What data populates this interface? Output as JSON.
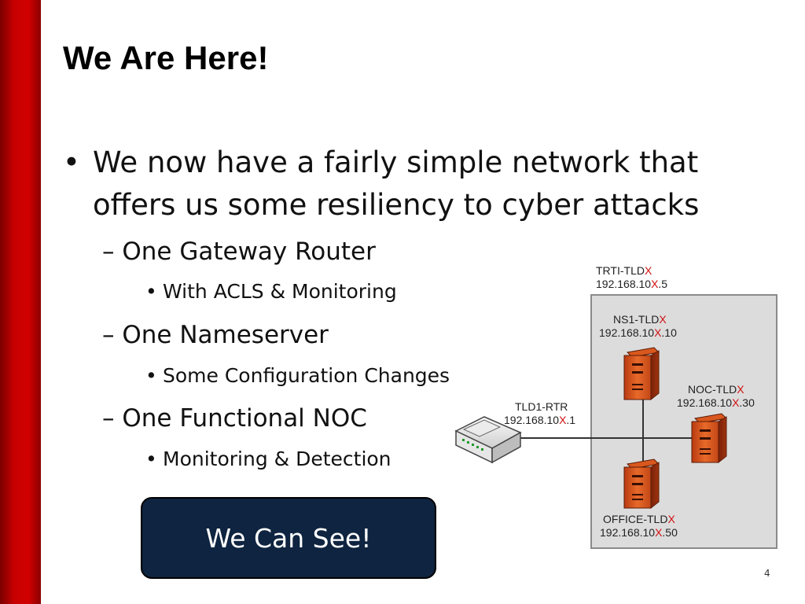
{
  "slide": {
    "title": "We Are Here!",
    "bullet": {
      "text_line1": "We now have a fairly simple network that",
      "text_line2": "offers us some resiliency to cyber attacks"
    },
    "sub_items": [
      {
        "text": "One Gateway Router",
        "detail": "With ACLS & Monitoring"
      },
      {
        "text": "One Nameserver",
        "detail": "Some Configuration Changes"
      },
      {
        "text": "One Functional NOC",
        "detail": "Monitoring & Detection"
      }
    ],
    "callout": "We Can See!",
    "page_number": "4"
  },
  "diagram": {
    "trti": {
      "name": "TRTI-TLD",
      "x": "X",
      "ip_pre": "192.168.10",
      "ip_post": ".5"
    },
    "ns1": {
      "name": "NS1-TLD",
      "x": "X",
      "ip_pre": "192.168.10",
      "ip_post": ".10"
    },
    "noc": {
      "name": "NOC-TLD",
      "x": "X",
      "ip_pre": "192.168.10",
      "ip_post": ".30"
    },
    "rtr": {
      "name": "TLD1-RTR",
      "ip_pre": "192.168.10",
      "x": "X",
      "ip_post": ".1"
    },
    "office": {
      "name": "OFFICE-TLD",
      "x": "X",
      "ip_pre": "192.168.10",
      "ip_post": ".50"
    }
  },
  "colors": {
    "accent_red": "#d01010",
    "sidebar_red": "#c80000",
    "callout_navy": "#0e2440",
    "server_orange": "#e05a1e"
  },
  "icons": {
    "bullet": "•",
    "dash": "–",
    "server": "server-icon",
    "router": "router-icon"
  }
}
